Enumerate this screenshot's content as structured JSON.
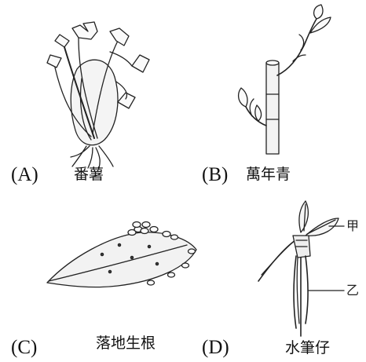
{
  "panels": [
    {
      "letter": "(A)",
      "name": "番薯"
    },
    {
      "letter": "(B)",
      "name": "萬年青"
    },
    {
      "letter": "(C)",
      "name": "落地生根"
    },
    {
      "letter": "(D)",
      "name": "水筆仔"
    }
  ],
  "labels": {
    "jia": "甲",
    "yi": "乙"
  }
}
